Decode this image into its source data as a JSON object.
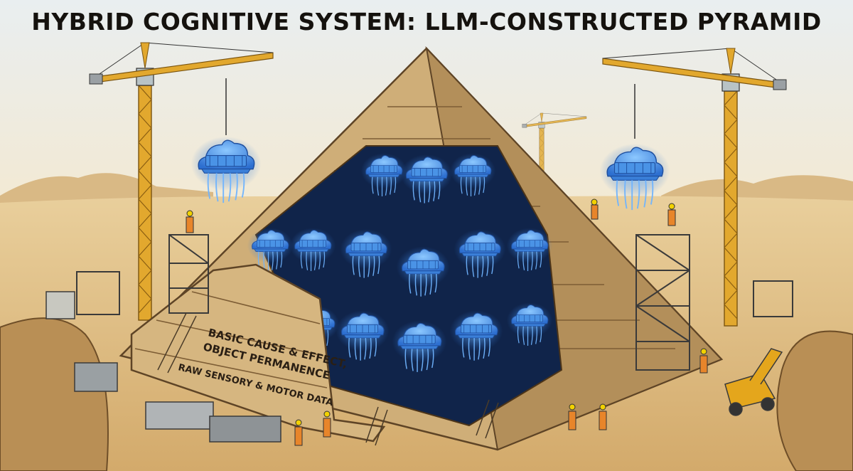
{
  "title": "HYBRID COGNITIVE SYSTEM: LLM-CONSTRUCTED PYRAMID",
  "layers": {
    "layer_2": "BASIC CAUSE & EFFECT,",
    "layer_2b": "OBJECT PERMANENCE",
    "layer_1": "RAW SENSORY & MOTOR DATA"
  },
  "colors": {
    "sky_top": "#e9eef0",
    "sky_bottom": "#f3e3c4",
    "sand": "#e2c48e",
    "stone": "#c9a874",
    "stone_dark": "#8a6a40",
    "crane": "#e0a62c",
    "module_glow": "#3b8fe8",
    "module_fill": "#5aa8f0"
  }
}
